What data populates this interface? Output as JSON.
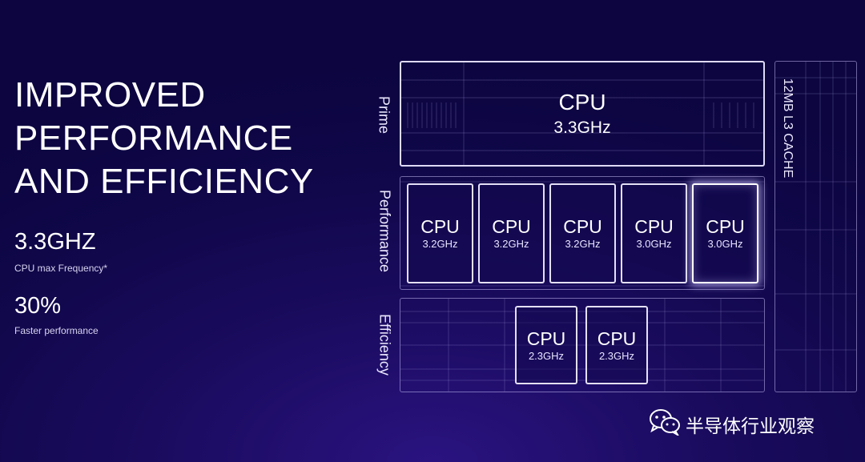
{
  "headline": [
    "IMPROVED",
    "PERFORMANCE",
    "AND EFFICIENCY"
  ],
  "stats": [
    {
      "value": "3.3GHZ",
      "label": "CPU max Frequency*"
    },
    {
      "value": "30%",
      "label": "Faster performance"
    }
  ],
  "rows": {
    "prime": "Prime",
    "performance": "Performance",
    "efficiency": "Efficiency"
  },
  "prime_core": {
    "name": "CPU",
    "freq": "3.3GHz"
  },
  "performance_cores": [
    {
      "name": "CPU",
      "freq": "3.2GHz"
    },
    {
      "name": "CPU",
      "freq": "3.2GHz"
    },
    {
      "name": "CPU",
      "freq": "3.2GHz"
    },
    {
      "name": "CPU",
      "freq": "3.0GHz"
    },
    {
      "name": "CPU",
      "freq": "3.0GHz"
    }
  ],
  "efficiency_cores": [
    {
      "name": "CPU",
      "freq": "2.3GHz"
    },
    {
      "name": "CPU",
      "freq": "2.3GHz"
    }
  ],
  "cache_label": "12MB L3 CACHE",
  "watermark": "半导体行业观察",
  "watermark_icon": "wechat-icon"
}
